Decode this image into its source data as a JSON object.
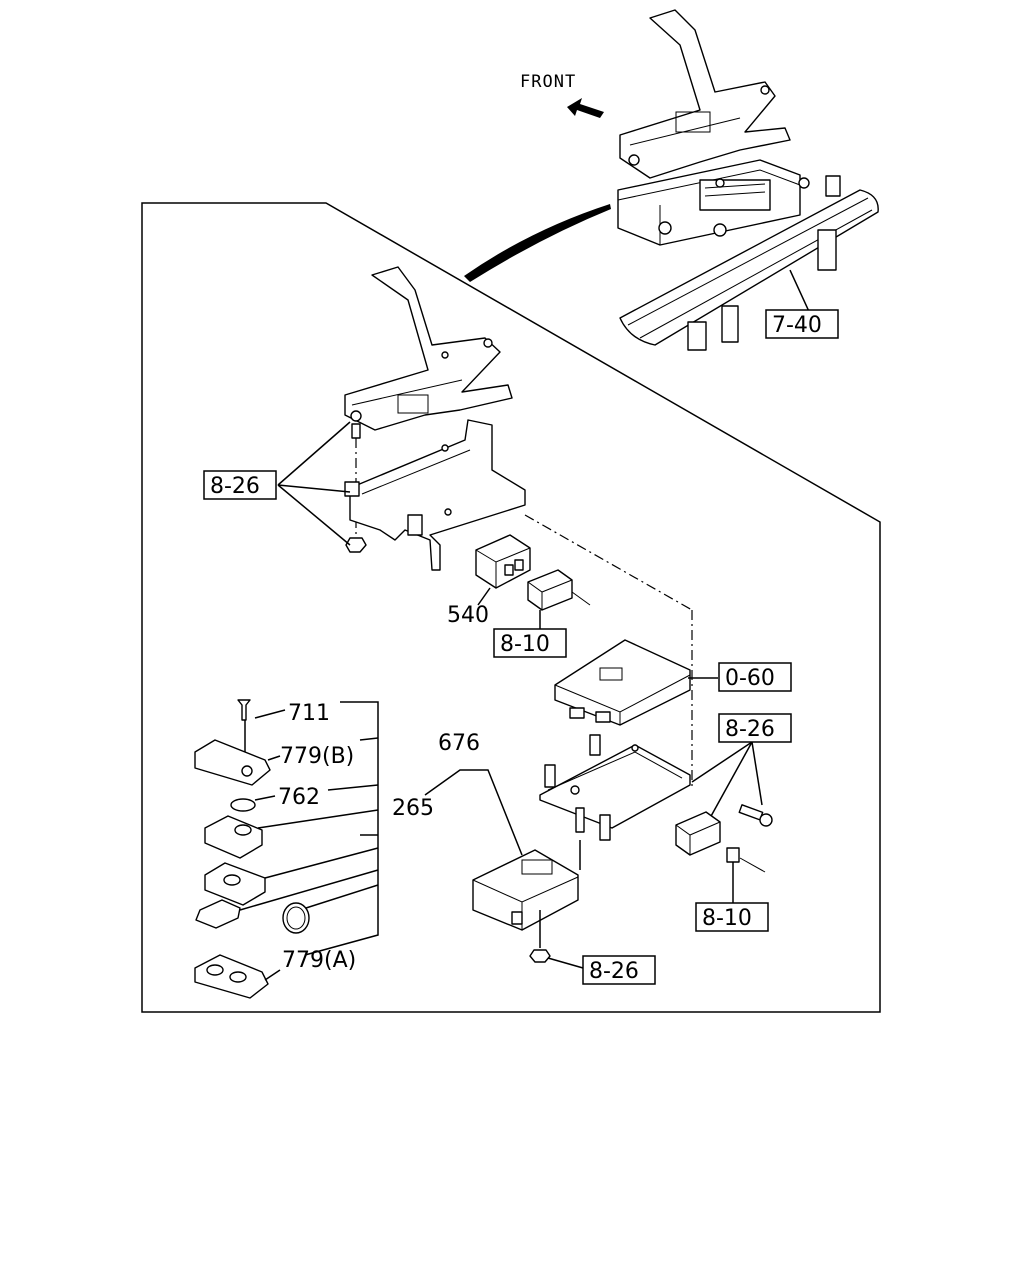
{
  "front_label": "FRONT",
  "callouts": {
    "ref_7_40": "7-40",
    "ref_8_26_left": "8-26",
    "part_540": "540",
    "ref_8_10_upper": "8-10",
    "ref_0_60": "0-60",
    "ref_8_26_right": "8-26",
    "part_711": "711",
    "part_779b": "779(B)",
    "part_762": "762",
    "part_265": "265",
    "part_676": "676",
    "ref_8_10_lower": "8-10",
    "part_779a": "779(A)",
    "ref_8_26_bottom": "8-26"
  },
  "colors": {
    "line": "#000000",
    "background": "#ffffff"
  },
  "icons": {
    "front_arrow": "arrow-left-icon"
  }
}
